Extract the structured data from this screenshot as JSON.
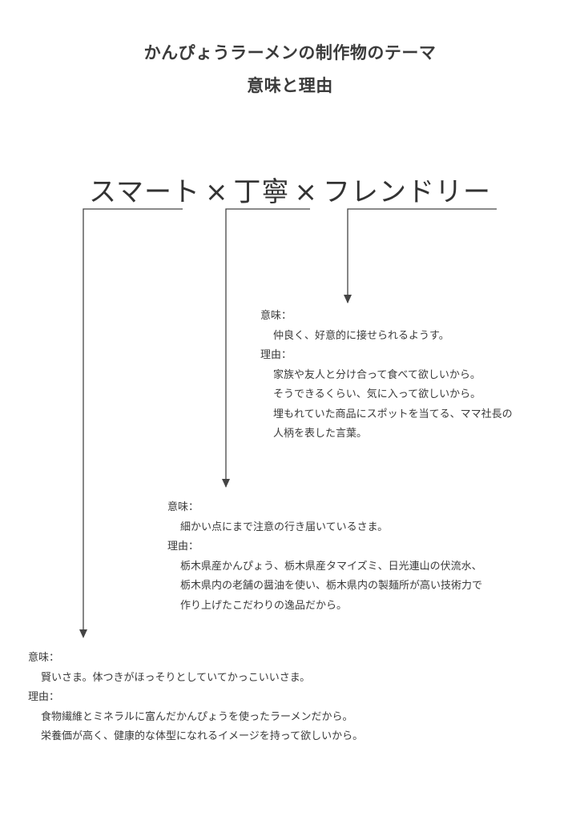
{
  "title": {
    "line1": "かんぴょうラーメンの制作物のテーマ",
    "line2": "意味と理由"
  },
  "theme": {
    "word1": "スマート",
    "sep1": "×",
    "word2": "丁寧",
    "sep2": "×",
    "word3": "フレンドリー"
  },
  "friendly": {
    "meaning_label": "意味：",
    "meaning_lines": [
      "仲良く、好意的に接せられるようす。"
    ],
    "reason_label": "理由：",
    "reason_lines": [
      "家族や友人と分け合って食べて欲しいから。",
      "そうできるくらい、気に入って欲しいから。",
      "埋もれていた商品にスポットを当てる、ママ社長の",
      "人柄を表した言葉。"
    ]
  },
  "polite": {
    "meaning_label": "意味：",
    "meaning_lines": [
      "細かい点にまで注意の行き届いているさま。"
    ],
    "reason_label": "理由：",
    "reason_lines": [
      "栃木県産かんぴょう、栃木県産タマイズミ、日光連山の伏流水、",
      "栃木県内の老舗の醤油を使い、栃木県内の製麺所が高い技術力で",
      "作り上げたこだわりの逸品だから。"
    ]
  },
  "smart": {
    "meaning_label": "意味：",
    "meaning_lines": [
      "賢いさま。体つきがほっそりとしていてかっこいいさま。"
    ],
    "reason_label": "理由：",
    "reason_lines": [
      "食物繊維とミネラルに富んだかんぴょうを使ったラーメンだから。",
      "栄養価が高く、健康的な体型になれるイメージを持って欲しいから。"
    ]
  },
  "colors": {
    "text": "#3a3a3a",
    "line": "#444444"
  }
}
